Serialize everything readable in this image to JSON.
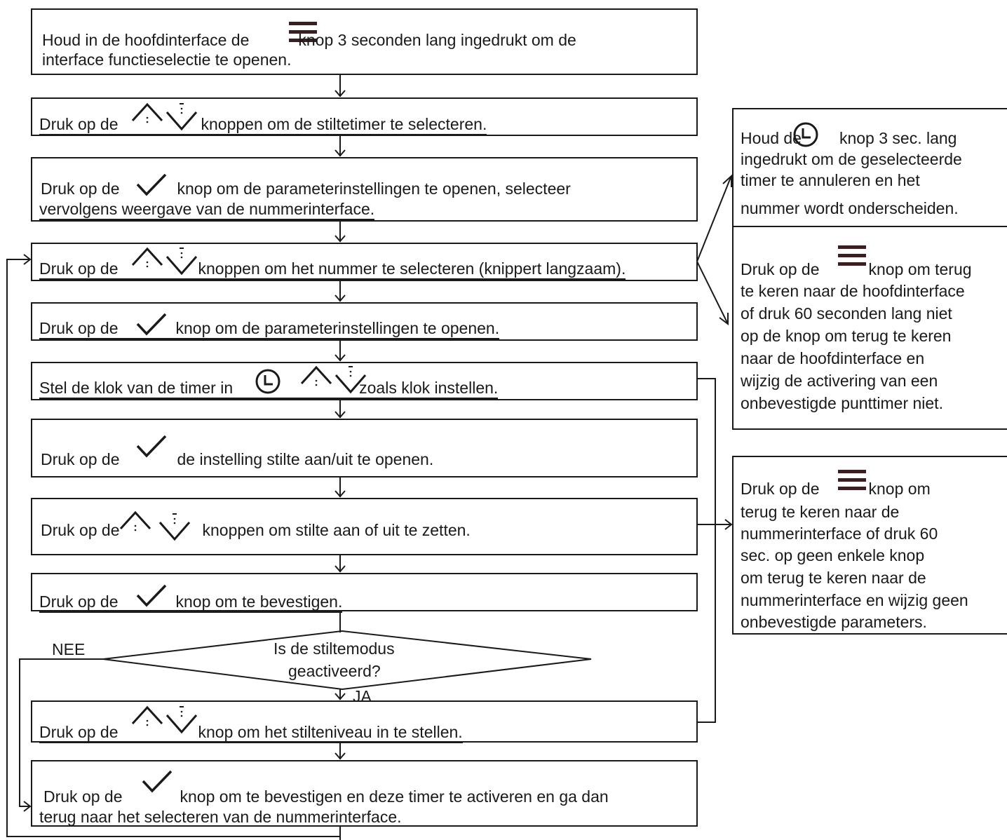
{
  "steps": [
    {
      "id": "s1",
      "pre": "Houd in de hoofdinterface de",
      "post": "knop 3 seconden lang ingedrukt om de",
      "line2": "interface functieselectie te openen."
    },
    {
      "id": "s2",
      "pre": "Druk op de",
      "post": "knoppen om de stiltetimer te selecteren."
    },
    {
      "id": "s3",
      "pre": "Druk op de",
      "post": "knop om de parameterinstellingen te openen, selecteer",
      "line2": "vervolgens weergave van de nummerinterface."
    },
    {
      "id": "s4",
      "pre": "Druk op de",
      "post": "knoppen om het nummer te selecteren (knippert langzaam)."
    },
    {
      "id": "s5",
      "pre": "Druk op de",
      "post": "knop om de parameterinstellingen te openen."
    },
    {
      "id": "s6",
      "pre": "Stel de klok van de timer in",
      "post": "zoals klok instellen."
    },
    {
      "id": "s7",
      "pre": "Druk op de",
      "post": "de instelling stilte aan/uit te openen."
    },
    {
      "id": "s8",
      "pre": "Druk op de",
      "post": "knoppen om stilte aan of uit te zetten."
    },
    {
      "id": "s9",
      "pre": "Druk op de",
      "post": "knop om te bevestigen."
    },
    {
      "id": "s10",
      "pre": "Druk op de",
      "post": "knop om het stilteniveau in te stellen."
    },
    {
      "id": "s11",
      "pre": "Druk op de",
      "post": "knop om te bevestigen en deze timer te activeren en ga dan",
      "line2": "terug naar het selecteren van de nummerinterface."
    }
  ],
  "decision": {
    "line1": "Is de stiltemodus",
    "line2": "geactiveerd?",
    "no_label": "NEE",
    "yes_label": "JA"
  },
  "side_notes": {
    "cancel": {
      "l1_pre": "Houd de",
      "l1_post": "knop 3 sec. lang",
      "l2": "ingedrukt om de geselecteerde",
      "l3": "timer te annuleren en het",
      "l4": "nummer wordt onderscheiden."
    },
    "back_main": {
      "l1_pre": "Druk op de",
      "l1_post": "knop om terug",
      "l2": "te keren naar de hoofdinterface",
      "l3": "of druk 60 seconden lang niet",
      "l4": "op de knop om terug te keren",
      "l5": "naar de hoofdinterface en",
      "l6": "wijzig de activering van een",
      "l7": "onbevestigde punttimer niet."
    },
    "back_number": {
      "l1_pre": "Druk op de",
      "l1_post": "knop om",
      "l2": "terug te keren naar de",
      "l3": "nummerinterface of druk 60",
      "l4": "sec. op geen enkele knop",
      "l5": "om terug te keren naar de",
      "l6": "nummerinterface en wijzig geen",
      "l7": "onbevestigde parameters."
    }
  },
  "icons": [
    "menu-icon",
    "up-arrow-icon",
    "down-arrow-icon",
    "check-icon",
    "clock-icon"
  ],
  "colors": {
    "line": "#1a1a1a",
    "menu_icon": "#3a1f22"
  }
}
